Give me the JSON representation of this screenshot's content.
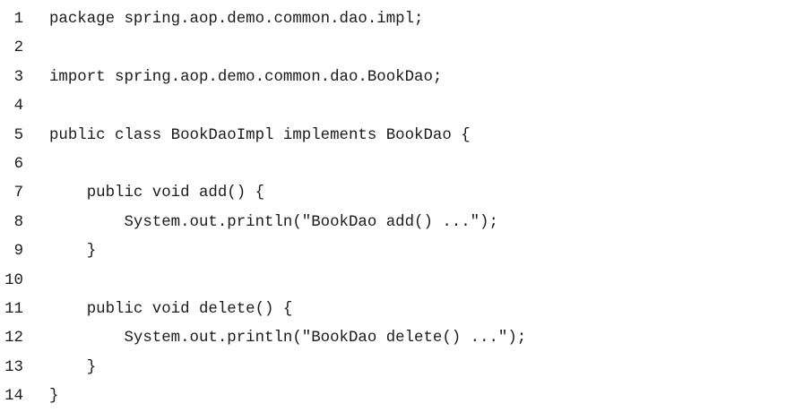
{
  "document": {
    "kind": "code-listing",
    "language": "java",
    "colors": {
      "background": "#ffffff",
      "text": "#1b1b1b"
    },
    "listing": {
      "lines": [
        {
          "num": "1",
          "code": "package spring.aop.demo.common.dao.impl;"
        },
        {
          "num": "2",
          "code": ""
        },
        {
          "num": "3",
          "code": "import spring.aop.demo.common.dao.BookDao;"
        },
        {
          "num": "4",
          "code": ""
        },
        {
          "num": "5",
          "code": "public class BookDaoImpl implements BookDao {"
        },
        {
          "num": "6",
          "code": ""
        },
        {
          "num": "7",
          "code": "    public void add() {"
        },
        {
          "num": "8",
          "code": "        System.out.println(\"BookDao add() ...\");"
        },
        {
          "num": "9",
          "code": "    }"
        },
        {
          "num": "10",
          "code": ""
        },
        {
          "num": "11",
          "code": "    public void delete() {"
        },
        {
          "num": "12",
          "code": "        System.out.println(\"BookDao delete() ...\");"
        },
        {
          "num": "13",
          "code": "    }"
        },
        {
          "num": "14",
          "code": "}"
        }
      ]
    }
  }
}
